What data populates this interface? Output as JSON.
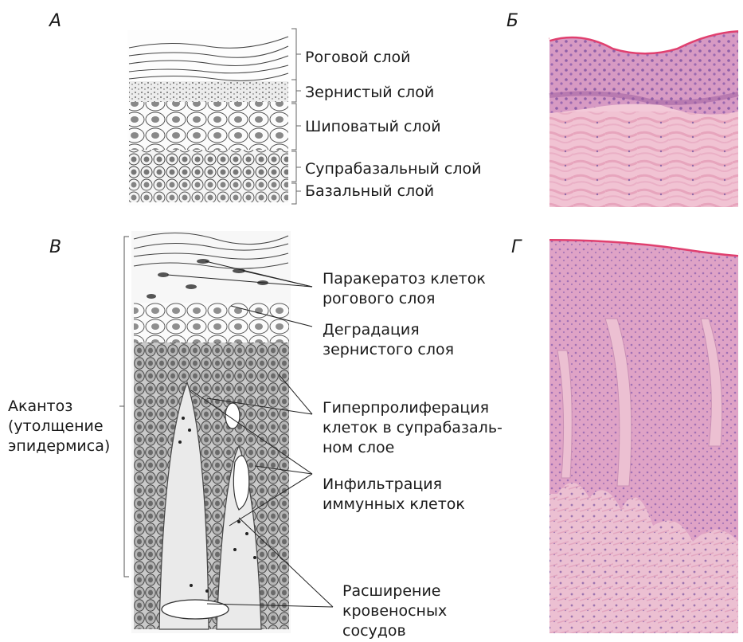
{
  "panels": {
    "a": "А",
    "b": "Б",
    "v": "В",
    "g": "Г"
  },
  "panel_a": {
    "layers": [
      "Роговой слой",
      "Зернистый слой",
      "Шиповатый слой",
      "Супрабазальный слой",
      "Базальный слой"
    ]
  },
  "panel_v": {
    "acanthosis": [
      "Акантоз",
      "(утолщение",
      "эпидермиса)"
    ],
    "annotations": [
      [
        "Паракератоз клеток",
        "рогового слоя"
      ],
      [
        "Деградация",
        "зернистого слоя"
      ],
      [
        "Гиперпролиферация",
        "клеток в супрабазаль-",
        "ном слое"
      ],
      [
        "Инфильтрация",
        "иммунных клеток"
      ],
      [
        "Расширение",
        "кровеносных",
        "сосудов"
      ]
    ]
  },
  "colors": {
    "stain_pink": "#e9a9c4",
    "stain_edge": "#e0406f",
    "stain_purple": "#c78ab8",
    "sketch_line": "#333333"
  }
}
